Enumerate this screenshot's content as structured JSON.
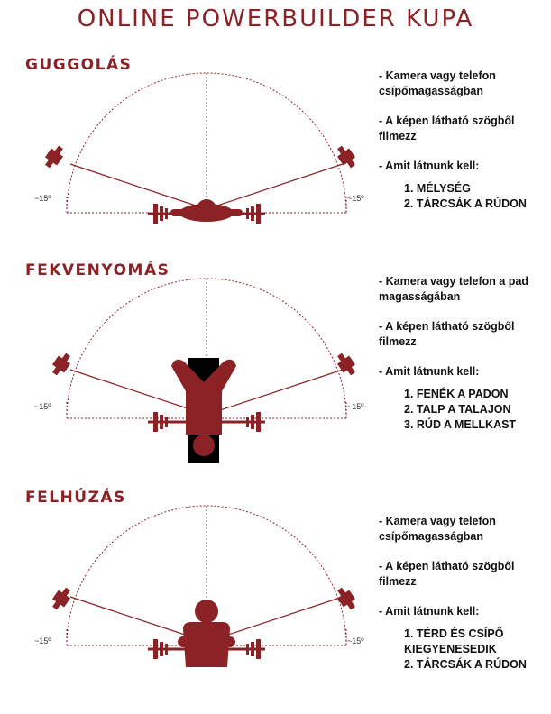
{
  "title": "ONLINE POWERBUILDER KUPA",
  "angle_label": "~15º",
  "colors": {
    "accent": "#8b2226",
    "bench": "#000000",
    "line": "#8b2226"
  },
  "sections": [
    {
      "name": "GUGGOLÁS",
      "note1": "- Kamera vagy telefon csípőmagasságban",
      "note2": "- A képen látható szögből filmezz",
      "note3": "- Amit látnunk kell:",
      "items": [
        "1. MÉLYSÉG",
        "2. TÁRCSÁK A RÚDON"
      ]
    },
    {
      "name": "FEKVENYOMÁS",
      "note1": "- Kamera vagy telefon a pad magasságában",
      "note2": "- A képen látható szögből filmezz",
      "note3": "- Amit látnunk kell:",
      "items": [
        "1. FENÉK A PADON",
        "2. TALP A TALAJON",
        "3. RÚD A MELLKAST"
      ]
    },
    {
      "name": "FELHÚZÁS",
      "note1": "- Kamera vagy telefon csípőmagasságban",
      "note2": "- A képen látható szögből filmezz",
      "note3": "- Amit látnunk kell:",
      "items": [
        "1. TÉRD ÉS CSÍPŐ KIEGYENESEDIK",
        "2. TÁRCSÁK A RÚDON"
      ]
    }
  ]
}
